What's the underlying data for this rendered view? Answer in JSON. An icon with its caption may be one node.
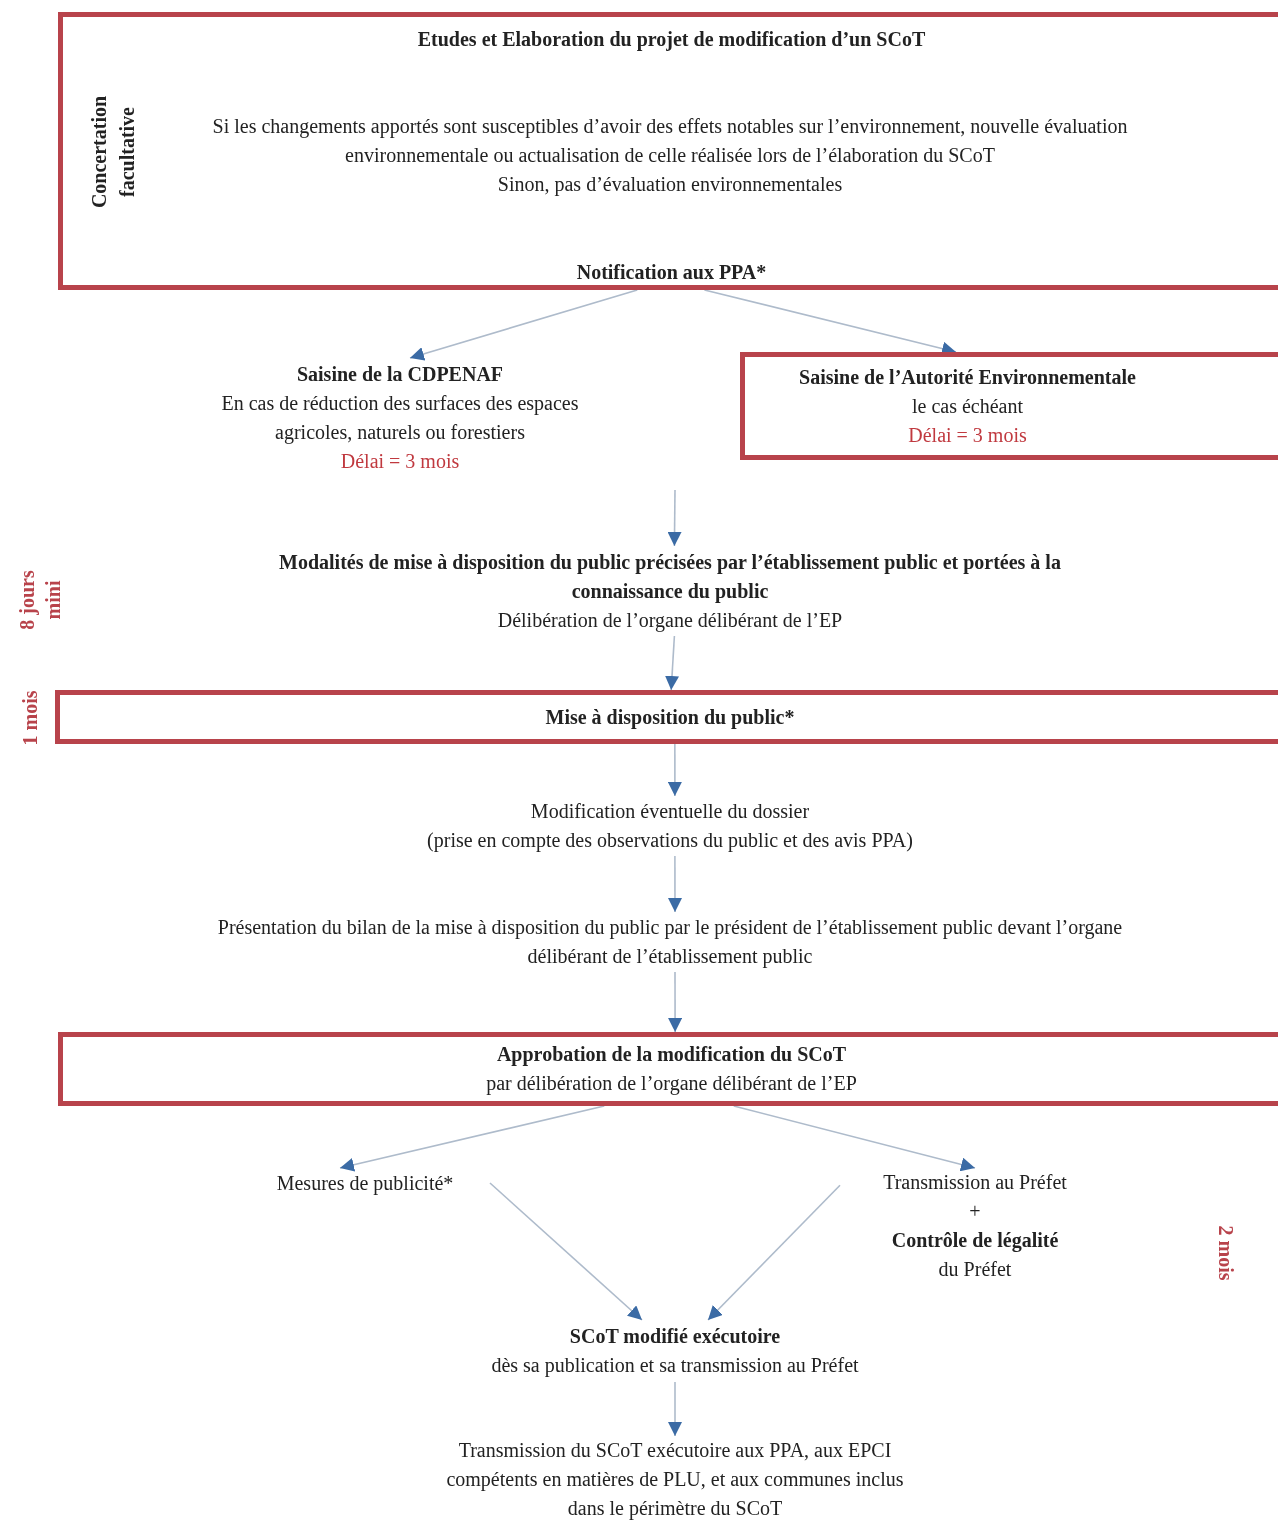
{
  "diagram": {
    "nodes": [
      {
        "text": [
          "Etudes et Elaboration du projet de modification d’un SCoT",
          "Concertation facultative",
          "Si les changements apportés sont susceptibles d’avoir des effets notables sur l’environnement, nouvelle évaluation environnementale ou actualisation de celle réalisée lors de l’élaboration du SCoT",
          "Sinon, pas d’évaluation environnementales",
          "Notification aux PPA*"
        ]
      },
      {
        "text": [
          "Saisine de la CDPENAF",
          "En cas de réduction des surfaces des espaces agricoles, naturels ou forestiers",
          "Délai = 3 mois"
        ]
      },
      {
        "text": [
          "Saisine de l’Autorité Environnementale",
          "le cas échéant",
          "Délai = 3 mois"
        ]
      },
      {
        "text": [
          "Modalités de mise à disposition du public précisées par l’établissement public et portées à la connaissance du public",
          "Délibération de l’organe délibérant de l’EP"
        ]
      },
      {
        "text": [
          "Mise à disposition du public*"
        ]
      },
      {
        "text": [
          "Modification éventuelle du dossier",
          "(prise en compte des observations du public et des avis PPA)"
        ]
      },
      {
        "text": [
          "Présentation du bilan de la mise à disposition du public par le président de l’établissement public devant l’organe délibérant de l’établissement public"
        ]
      },
      {
        "text": [
          "Approbation de la modification du SCoT",
          "par délibération de l’organe délibérant de l’EP"
        ]
      },
      {
        "text": [
          "Mesures de publicité*"
        ]
      },
      {
        "text": [
          "Transmission au Préfet",
          "+",
          "Contrôle de légalité",
          "du Préfet"
        ]
      },
      {
        "text": [
          "SCoT modifié exécutoire",
          "dès sa publication et sa transmission au Préfet"
        ]
      },
      {
        "text": [
          "Transmission du SCoT exécutoire aux PPA, aux EPCI compétents en matières de PLU, et aux communes inclus dans le périmètre du SCoT"
        ]
      }
    ],
    "edges": [
      {
        "from": 0,
        "to": 1,
        "arrow": "to"
      },
      {
        "from": 0,
        "to": 2,
        "arrow": "to"
      },
      {
        "from": null,
        "to": 3,
        "arrow": "to"
      },
      {
        "from": 3,
        "to": 4,
        "arrow": "to"
      },
      {
        "from": 4,
        "to": 5,
        "arrow": "to"
      },
      {
        "from": 5,
        "to": 6,
        "arrow": "to"
      },
      {
        "from": 6,
        "to": 7,
        "arrow": "to"
      },
      {
        "from": 7,
        "to": 8,
        "arrow": "to"
      },
      {
        "from": 7,
        "to": 9,
        "arrow": "to"
      },
      {
        "from": 8,
        "to": 10,
        "arrow": "to"
      },
      {
        "from": 9,
        "to": 10,
        "arrow": "to"
      },
      {
        "from": 10,
        "to": 11,
        "arrow": "to"
      }
    ],
    "labels": [
      "8 jours mini",
      "1 mois",
      "2 mois"
    ]
  }
}
